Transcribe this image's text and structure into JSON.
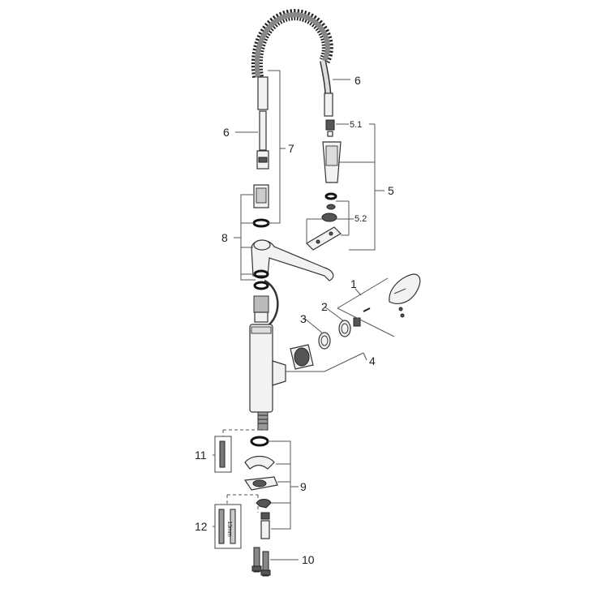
{
  "colors": {
    "line": "#555555",
    "part": "#f2f2f2",
    "outline": "#333333",
    "background": "#ffffff"
  },
  "labels": {
    "p1": "1",
    "p2": "2",
    "p3": "3",
    "p4": "4",
    "p5": "5",
    "p5_1": "5.1",
    "p5_2": "5.2",
    "p6_hose": "6",
    "p6_left": "6",
    "p7": "7",
    "p8": "8",
    "p9": "9",
    "p10": "10",
    "p11": "11",
    "p12": "12",
    "tool_size": "13mm"
  }
}
